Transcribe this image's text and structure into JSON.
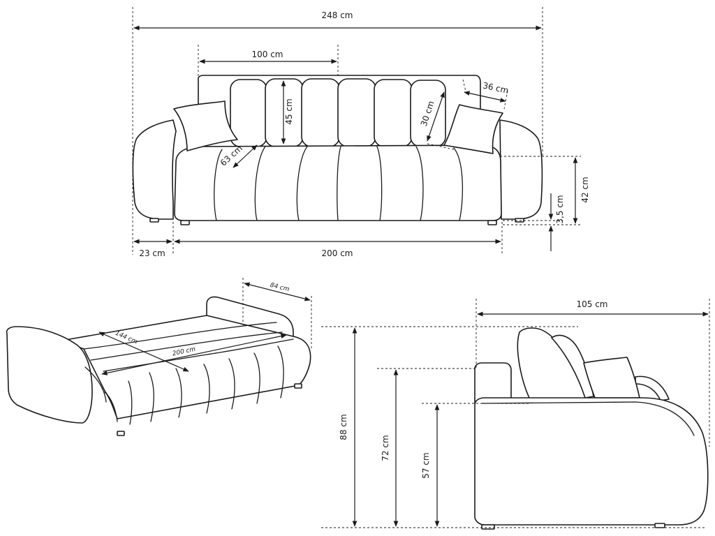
{
  "front_view": {
    "total_width": "248 cm",
    "backrest_width": "100 cm",
    "cushion_height": "45 cm",
    "pillow_width": "36 cm",
    "pillow_height": "30 cm",
    "seat_depth": "63 cm",
    "seat_height": "42 cm",
    "leg_height": "3,5 cm",
    "armrest_width": "23 cm",
    "seat_width": "200 cm"
  },
  "bed_view": {
    "arm_depth": "84 cm",
    "bed_width": "144 cm",
    "bed_length": "200 cm"
  },
  "side_view": {
    "depth": "105 cm",
    "total_height": "88 cm",
    "back_height": "72 cm",
    "arm_height": "57 cm"
  }
}
